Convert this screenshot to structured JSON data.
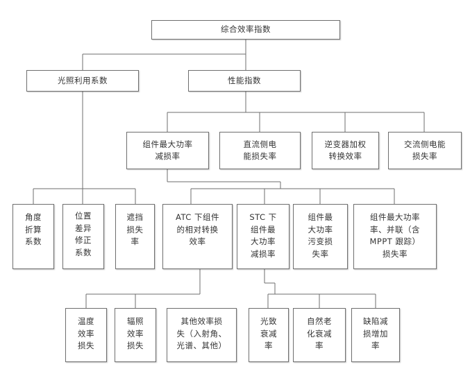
{
  "line_color": "#6e6e6e",
  "box_border_color": "#6e6e6e",
  "text_color": "#333333",
  "nodes": {
    "root": "综合效率指数",
    "light_util": "光照利用系数",
    "performance": "性能指数",
    "angle": "角度\n折算\n系数",
    "position": "位置\n差异\n修正\n系数",
    "shading": "遮挡\n损失\n率",
    "module_max": "组件最大功率\n减损率",
    "dc": "直流侧电\n能损失率",
    "inverter": "逆变器加权\n转换效率",
    "ac": "交流侧电能\n损失率",
    "atc": "ATC 下组件\n的相对转换\n效率",
    "stc": "STC 下\n组件最\n大功率\n减损率",
    "pollution": "组件最\n大功率\n污变损\n失率",
    "mppt": "组件最大功率\n率、并联（含\nMPPT 跟踪）\n损失率",
    "temp": "温度\n效率\n损失",
    "irradiance": "辐照\n效率\n损失",
    "other": "其他效率损\n失（入射角、\n光谱、其他）",
    "light_induced": "光致\n衰减\n率",
    "natural_aging": "自然老\n化衰减\n率",
    "defect": "缺陷减\n损增加\n率"
  }
}
